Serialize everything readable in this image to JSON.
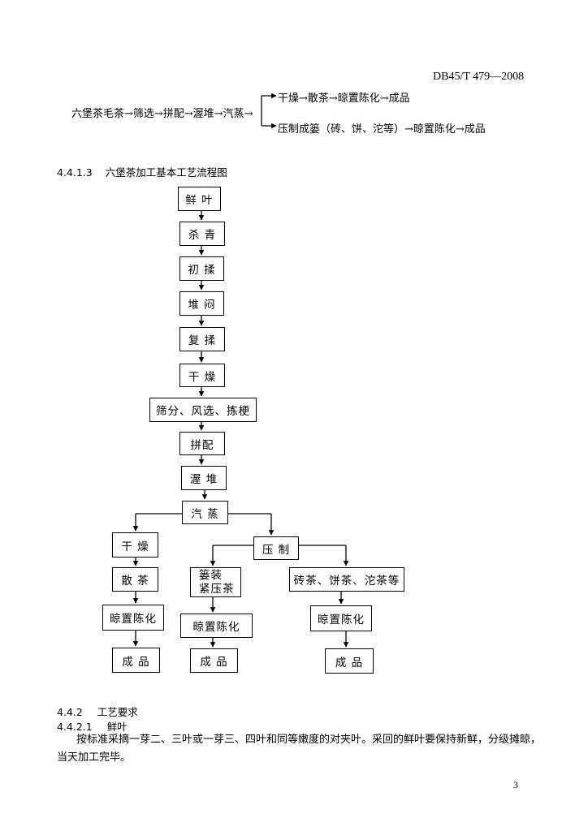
{
  "header": {
    "std_code": "DB45/T 479—2008"
  },
  "chain": {
    "main": "六堡茶毛茶→筛选→拼配→渥堆→汽蒸→",
    "branch1": "干燥→散茶→晾置陈化→成品",
    "branch2": "压制成篓（砖、饼、沱等）→晾置陈化→成品"
  },
  "section_4413": {
    "num": "4.4.1.3",
    "title": "六堡茶加工基本工艺流程图"
  },
  "flow": {
    "fresh_leaf": "鲜 叶",
    "kill_green": "杀 青",
    "first_roll": "初 揉",
    "pile_stuffy": "堆 闷",
    "re_roll": "复 揉",
    "dry": "干 燥",
    "sieve": "筛分、风选、拣梗",
    "blend": "拼配",
    "wet_pile": "渥 堆",
    "steam": "汽 蒸",
    "dry2": "干 燥",
    "press": "压 制",
    "loose_tea": "散 茶",
    "basket_1": "篓装",
    "basket_2": "紧压茶",
    "brick": "砖茶、饼茶、沱茶等",
    "aging_1": "晾置陈化",
    "aging_2": "晾置陈化",
    "aging_3": "晾置陈化",
    "product_1": "成   品",
    "product_2": "成   品",
    "product_3": "成   品"
  },
  "section_442": {
    "num": "4.4.2",
    "title": "工艺要求"
  },
  "section_4421": {
    "num": "4.4.2.1",
    "title": "鲜叶"
  },
  "paragraph": {
    "line1": "按标准采摘一芽二、三叶或一芽三、四叶和同等嫩度的对夹叶。采回的鲜叶要保持新鲜，分级摊晾，",
    "line2": "当天加工完毕。"
  },
  "footer": {
    "page_number": "3"
  }
}
